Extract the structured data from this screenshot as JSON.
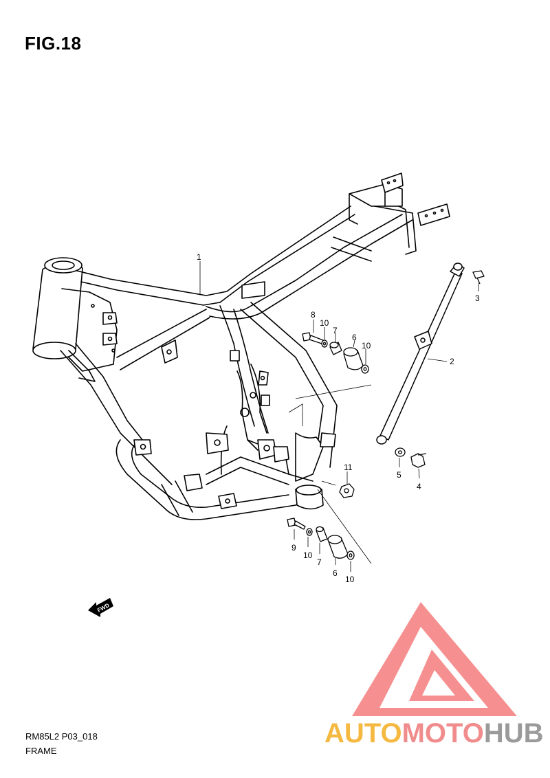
{
  "figure": {
    "title": "FIG.18",
    "code": "RM85L2 P03_018",
    "name": "FRAME"
  },
  "parts": {
    "frame": "1",
    "frame_brace": "2",
    "brace_bolt_upper": "3",
    "brace_bolt_lower": "4",
    "brace_washer": "5",
    "upper_bushing": "6",
    "upper_collar": "7",
    "upper_bolt": "8",
    "upper_washer_a": "10",
    "upper_washer_b": "10",
    "lower_nut": "11",
    "lower_bolt": "9",
    "lower_washer_a": "10",
    "lower_collar": "7",
    "lower_bushing": "6",
    "lower_washer_b": "10"
  },
  "direction": {
    "label": "FWD"
  },
  "watermark": {
    "brand_part1": "AUTO",
    "brand_part2": "MOTO",
    "brand_part3": "HUB",
    "color_part1": "#f5b942",
    "color_part2": "#f08c8c",
    "color_part3": "#9a9a9a",
    "logo_color": "#f26d6d"
  }
}
